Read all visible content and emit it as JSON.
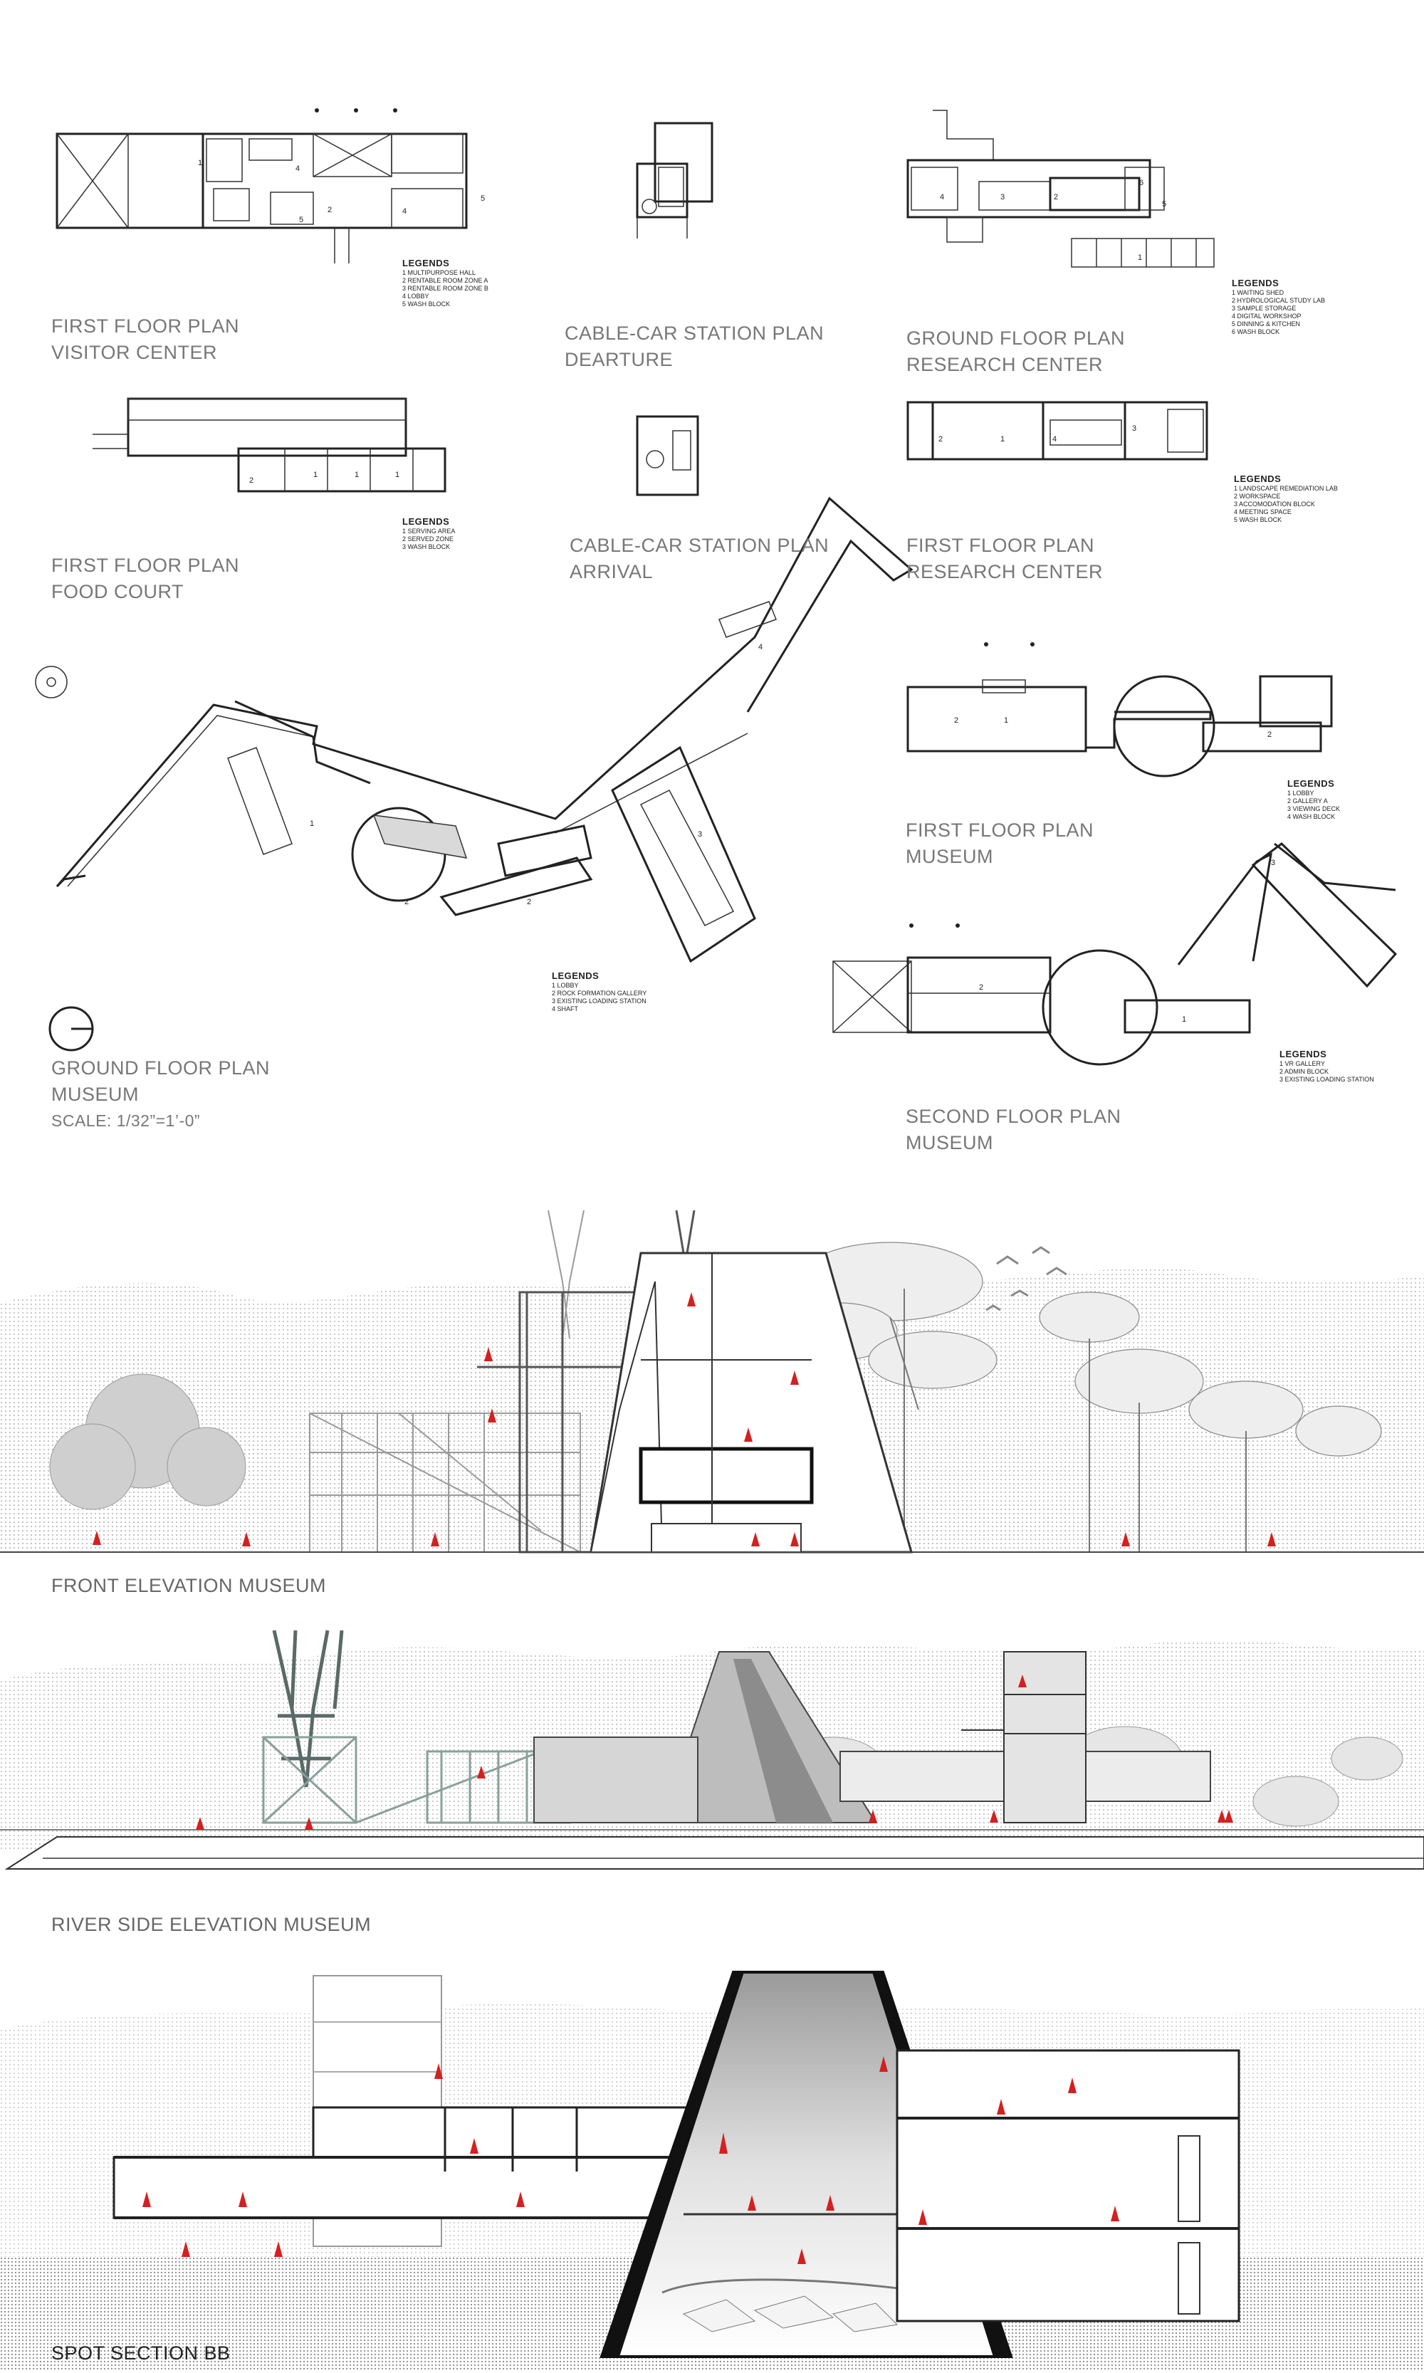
{
  "plans": {
    "visitor": {
      "line1": "FIRST FLOOR PLAN",
      "line2": "VISITOR CENTER",
      "legend_title": "LEGENDS",
      "legend_items": [
        "1 MULTIPURPOSE HALL",
        "2 RENTABLE ROOM ZONE A",
        "3 RENTABLE ROOM ZONE B",
        "4 LOBBY",
        "5 WASH BLOCK"
      ]
    },
    "cable_departure": {
      "line1": "CABLE-CAR STATION PLAN",
      "line2": "DEARTURE"
    },
    "research_ground": {
      "line1": "GROUND FLOOR PLAN",
      "line2": "RESEARCH CENTER",
      "legend_title": "LEGENDS",
      "legend_items": [
        "1 WAITING SHED",
        "2 HYDROLOGICAL STUDY LAB",
        "3 SAMPLE STORAGE",
        "4 DIGITAL WORKSHOP",
        "5 DINNING & KITCHEN",
        "6 WASH BLOCK"
      ]
    },
    "food_court": {
      "line1": "FIRST FLOOR PLAN",
      "line2": "FOOD COURT",
      "legend_title": "LEGENDS",
      "legend_items": [
        "1 SERVING AREA",
        "2 SERVED ZONE",
        "3 WASH BLOCK"
      ]
    },
    "cable_arrival": {
      "line1": "CABLE-CAR STATION PLAN",
      "line2": "ARRIVAL"
    },
    "research_first": {
      "line1": "FIRST FLOOR PLAN",
      "line2": "RESEARCH CENTER",
      "legend_title": "LEGENDS",
      "legend_items": [
        "1 LANDSCAPE REMEDIATION LAB",
        "2 WORKSPACE",
        "3 ACCOMODATION BLOCK",
        "4 MEETING SPACE",
        "5 WASH BLOCK"
      ]
    },
    "museum_first": {
      "line1": "FIRST FLOOR PLAN",
      "line2": "MUSEUM",
      "legend_title": "LEGENDS",
      "legend_items": [
        "1 LOBBY",
        "2 GALLERY A",
        "3 VIEWING DECK",
        "4 WASH BLOCK"
      ]
    },
    "museum_ground": {
      "line1": "GROUND FLOOR PLAN",
      "line2": "MUSEUM",
      "line3": "SCALE: 1/32”=1’-0”",
      "legend_title": "LEGENDS",
      "legend_items": [
        "1 LOBBY",
        "2 ROCK FORMATION GALLERY",
        "3 EXISTING LOADING STATION",
        "4 SHAFT"
      ]
    },
    "museum_second": {
      "line1": "SECOND FLOOR PLAN",
      "line2": "MUSEUM",
      "legend_title": "LEGENDS",
      "legend_items": [
        "1 VR GALLERY",
        "2 ADMIN BLOCK",
        "3 EXISTING LOADING STATION"
      ]
    }
  },
  "elevations": {
    "front": "FRONT ELEVATION MUSEUM",
    "river": "RIVER SIDE ELEVATION MUSEUM",
    "section": "SPOT SECTION BB"
  },
  "room_numbers": [
    "1",
    "2",
    "3",
    "4",
    "5",
    "6"
  ],
  "colors": {
    "accent_red": "#d42020",
    "line": "#222222",
    "fill_grey": "#d9d9d9",
    "text_grey": "#777777"
  },
  "icons": [
    "north-arrow-icon",
    "compass-icon",
    "tree-icon",
    "human-figure-icon",
    "bird-icon"
  ]
}
